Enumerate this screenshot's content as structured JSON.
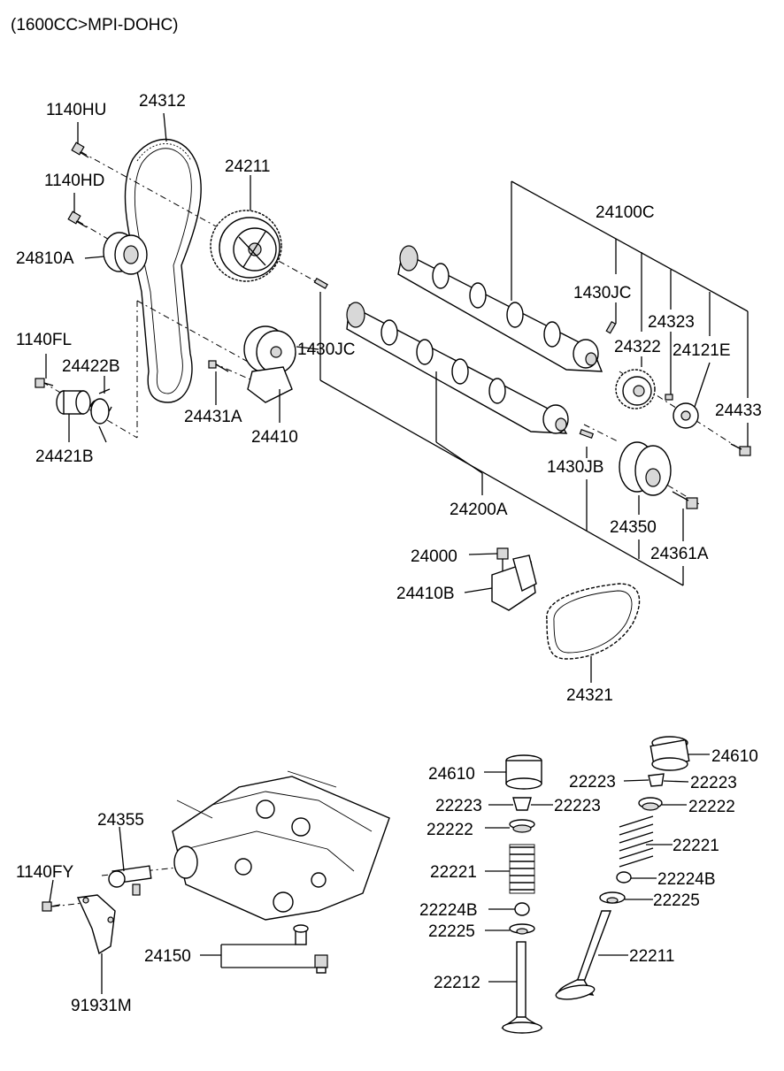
{
  "header": {
    "title": "(1600CC>MPI-DOHC)"
  },
  "labels": {
    "p1140HU": "1140HU",
    "p24312": "24312",
    "p1140HD": "1140HD",
    "p24211": "24211",
    "p24810A": "24810A",
    "p24100C": "24100C",
    "p1430JC_a": "1430JC",
    "p24323": "24323",
    "p1140FL": "1140FL",
    "p1430JC_b": "1430JC",
    "p24322": "24322",
    "p24121E": "24121E",
    "p24422B": "24422B",
    "p24431A": "24431A",
    "p24433": "24433",
    "p24410": "24410",
    "p24421B": "24421B",
    "p1430JB": "1430JB",
    "p24200A": "24200A",
    "p24350": "24350",
    "p24000": "24000",
    "p24361A": "24361A",
    "p24410B": "24410B",
    "p24321": "24321",
    "p24610_a": "24610",
    "p24610_b": "24610",
    "p22223_a": "22223",
    "p22223_b": "22223",
    "p22223_c": "22223",
    "p22223_d": "22223",
    "p22222_a": "22222",
    "p22222_b": "22222",
    "p24355": "24355",
    "p22221_a": "22221",
    "p22221_b": "22221",
    "p1140FY": "1140FY",
    "p22224B_a": "22224B",
    "p22224B_b": "22224B",
    "p22225_a": "22225",
    "p22225_b": "22225",
    "p24150": "24150",
    "p22211": "22211",
    "p22212": "22212",
    "p91931M": "91931M"
  }
}
